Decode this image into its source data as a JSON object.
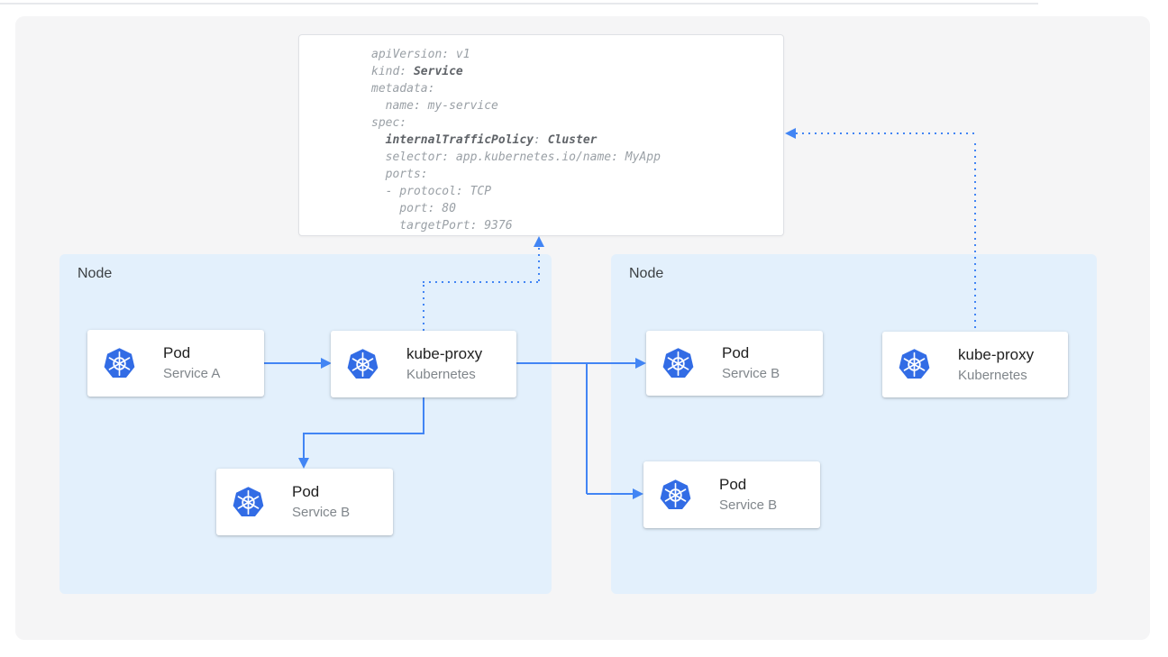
{
  "colors": {
    "accent_blue": "#4285f4",
    "node_bg": "#e3f0fc",
    "canvas_bg": "#f5f5f6",
    "k8s_logo_blue": "#326ce5",
    "code_text": "#9aa0a6",
    "code_bold": "#5f6368",
    "card_title": "#212121",
    "card_subtitle": "#80868b"
  },
  "yaml_card": {
    "lines": [
      [
        {
          "t": "apiVersion: v1",
          "b": 0
        }
      ],
      [
        {
          "t": "kind: ",
          "b": 0
        },
        {
          "t": "Service",
          "b": 1
        }
      ],
      [
        {
          "t": "metadata:",
          "b": 0
        }
      ],
      [
        {
          "t": "  name: my-service",
          "b": 0
        }
      ],
      [
        {
          "t": "spec:",
          "b": 0
        }
      ],
      [
        {
          "t": "  ",
          "b": 0
        },
        {
          "t": "internalTrafficPolicy",
          "b": 1
        },
        {
          "t": ": ",
          "b": 0
        },
        {
          "t": "Cluster",
          "b": 1
        }
      ],
      [
        {
          "t": "  selector: app.kubernetes.io/name: MyApp",
          "b": 0
        }
      ],
      [
        {
          "t": "  ports:",
          "b": 0
        }
      ],
      [
        {
          "t": "  - protocol: TCP",
          "b": 0
        }
      ],
      [
        {
          "t": "    port: 80",
          "b": 0
        }
      ],
      [
        {
          "t": "    targetPort: 9376",
          "b": 0
        }
      ]
    ]
  },
  "nodes": {
    "left": {
      "label": "Node"
    },
    "right": {
      "label": "Node"
    }
  },
  "cards": {
    "pod_a": {
      "title": "Pod",
      "subtitle": "Service A",
      "icon": "kubernetes-logo"
    },
    "kube_proxy_left": {
      "title": "kube-proxy",
      "subtitle": "Kubernetes",
      "icon": "kubernetes-logo"
    },
    "pod_b_left": {
      "title": "Pod",
      "subtitle": "Service B",
      "icon": "kubernetes-logo"
    },
    "pod_b_right_top": {
      "title": "Pod",
      "subtitle": "Service B",
      "icon": "kubernetes-logo"
    },
    "pod_b_right_bot": {
      "title": "Pod",
      "subtitle": "Service B",
      "icon": "kubernetes-logo"
    },
    "kube_proxy_right": {
      "title": "kube-proxy",
      "subtitle": "Kubernetes",
      "icon": "kubernetes-logo"
    }
  }
}
